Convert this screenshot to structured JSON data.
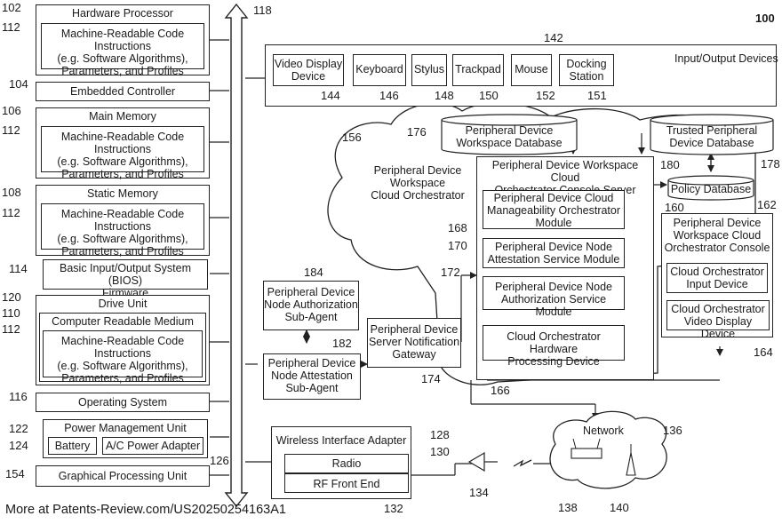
{
  "figure_number": "100",
  "bus_ref": "118",
  "left_column": {
    "hardware_processor": {
      "ref": "102",
      "title": "Hardware Processor",
      "inner_ref": "112",
      "inner_text": "Machine-Readable Code Instructions\n(e.g. Software Algorithms),\nParameters, and Profiles"
    },
    "embedded_controller": {
      "ref": "104",
      "title": "Embedded Controller"
    },
    "main_memory": {
      "ref": "106",
      "title": "Main Memory",
      "inner_ref": "112",
      "inner_text": "Machine-Readable Code Instructions\n(e.g. Software Algorithms),\nParameters, and Profiles"
    },
    "static_memory": {
      "ref": "108",
      "title": "Static Memory",
      "inner_ref": "112",
      "inner_text": "Machine-Readable Code Instructions\n(e.g. Software Algorithms),\nParameters, and Profiles"
    },
    "bios": {
      "ref": "114",
      "title": "Basic Input/Output System (BIOS)\nFirmware"
    },
    "drive_unit": {
      "ref": "120",
      "title": "Drive Unit",
      "medium_ref": "110",
      "medium_title": "Computer Readable Medium",
      "inner_ref": "112",
      "inner_text": "Machine-Readable Code Instructions\n(e.g. Software Algorithms),\nParameters, and Profiles"
    },
    "operating_system": {
      "ref": "116",
      "title": "Operating System"
    },
    "power_management": {
      "ref": "122",
      "title": "Power Management Unit",
      "battery_ref": "124",
      "battery": "Battery",
      "adapter": "A/C Power Adapter",
      "adapter_ref": "126"
    },
    "gpu": {
      "ref": "154",
      "title": "Graphical Processing Unit"
    }
  },
  "io_devices": {
    "ref": "142",
    "title": "Input/Output Devices",
    "items": [
      {
        "label": "Video Display\nDevice",
        "ref": "144"
      },
      {
        "label": "Keyboard",
        "ref": "146"
      },
      {
        "label": "Stylus",
        "ref": "148"
      },
      {
        "label": "Trackpad",
        "ref": "150"
      },
      {
        "label": "Mouse",
        "ref": "152"
      },
      {
        "label": "Docking\nStation",
        "ref": "151"
      }
    ]
  },
  "cloud": {
    "ref": "156",
    "label": "Peripheral Device\nWorkspace\nCloud Orchestrator",
    "workspace_db": {
      "ref": "176",
      "label": "Peripheral Device\nWorkspace Database"
    },
    "trusted_db": {
      "ref": "178",
      "label": "Trusted Peripheral\nDevice Database"
    },
    "policy_db": {
      "ref": "180",
      "label": "Policy Database"
    },
    "console_server": {
      "title": "Peripheral Device Workspace Cloud\nOrchestrator Console Server",
      "ref": "166",
      "modules": [
        {
          "ref": "168",
          "label": "Peripheral Device Cloud\nManageability Orchestrator\nModule"
        },
        {
          "ref": "170",
          "label": "Peripheral Device Node\nAttestation Service Module"
        },
        {
          "ref": "172",
          "label": "Peripheral Device Node\nAuthorization Service Module"
        },
        {
          "ref": "",
          "label": "Cloud Orchestrator Hardware\nProcessing Device"
        }
      ]
    },
    "console": {
      "ref": "160",
      "console_ref": "162",
      "title": "Peripheral Device\nWorkspace Cloud\nOrchestrator Console",
      "input": "Cloud Orchestrator\nInput Device",
      "display": "Cloud Orchestrator\nVideo Display Device",
      "bottom_ref": "164"
    }
  },
  "agents": {
    "authorization": {
      "ref": "184",
      "label": "Peripheral Device\nNode Authorization\nSub-Agent"
    },
    "attestation": {
      "ref": "182",
      "label": "Peripheral Device\nNode Attestation\nSub-Agent"
    },
    "gateway": {
      "ref": "174",
      "label": "Peripheral Device\nServer Notification\nGateway"
    }
  },
  "wireless": {
    "title": "Wireless Interface Adapter",
    "ref": "128",
    "radio": "Radio",
    "radio_ref": "130",
    "rf": "RF Front End",
    "rf_ref": "132",
    "antenna_ref": "134"
  },
  "network": {
    "label": "Network",
    "ref": "136",
    "router_ref": "138",
    "tower_ref": "140"
  },
  "footer": "More at Patents-Review.com/US20250254163A1"
}
